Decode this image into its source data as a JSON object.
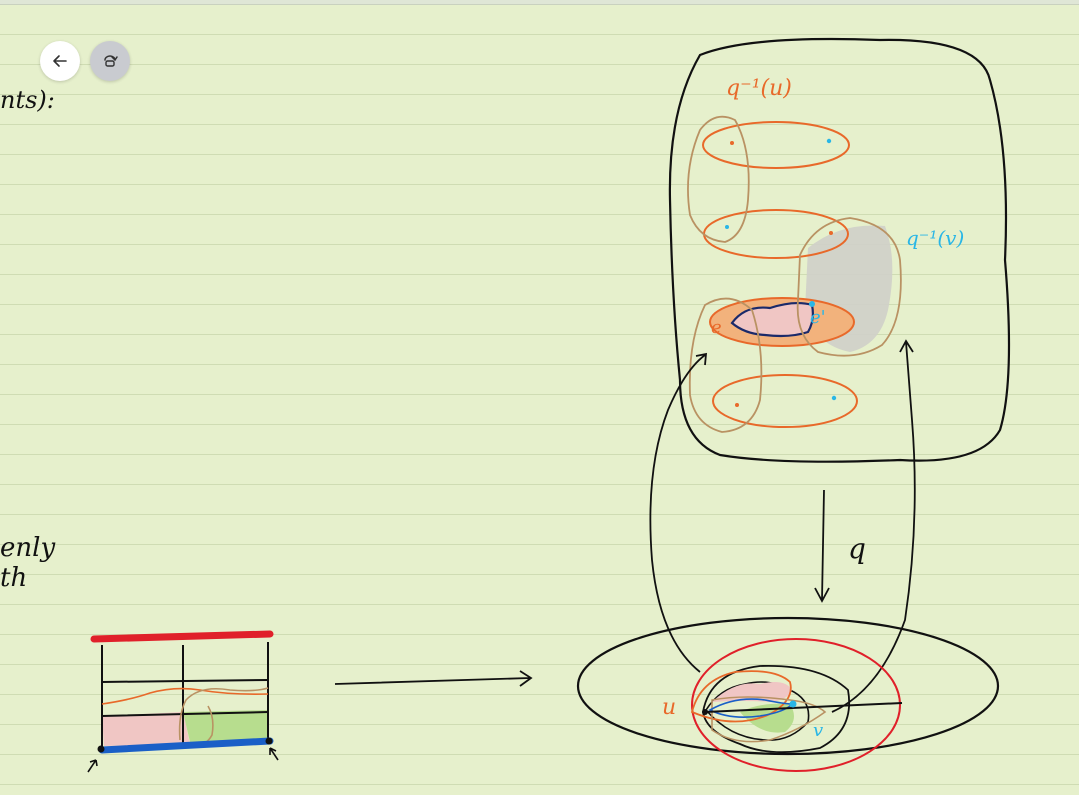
{
  "toolbar": {
    "back_icon": "arrow-left-icon",
    "rotate_icon": "rotate-icon"
  },
  "notes": {
    "fragment_top": "nts):",
    "fragment_mid_1": "enly",
    "fragment_mid_2": "th",
    "label_preimage_u": "q⁻¹(u)",
    "label_preimage_v": "q⁻¹(v)",
    "label_map": "q",
    "label_e": "e",
    "label_e_prime": "e'",
    "label_u": "u",
    "label_v": "v"
  },
  "colors": {
    "paper": "#e6f0cc",
    "ink_black": "#111111",
    "ink_orange": "#e8692a",
    "ink_tan": "#b99263",
    "ink_cyan": "#29b6e6",
    "ink_red": "#e0202a",
    "ink_blue": "#1a5fc7",
    "fill_pink": "#f0c6c4",
    "fill_green": "#b7dd8e",
    "fill_gray": "#cfcfc9"
  }
}
